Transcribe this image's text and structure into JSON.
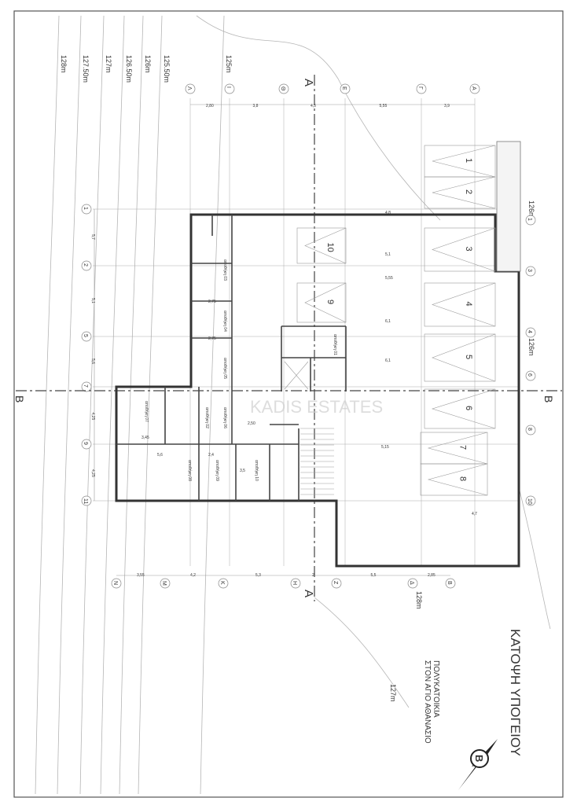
{
  "title": "ΚΑΤΟΨΗ ΥΠΟΓΕΙΟΥ",
  "subtitle": [
    "ΠΟΛΥΚΑΤΟΙΚΙΑ",
    "ΣΤΟΝ ΑΓΙΟ ΑΘΑΝΑΣΙΟ"
  ],
  "north_arrow_letter": "Β",
  "watermark": "KADIS ESTATES",
  "section_marks": {
    "a": "Α",
    "b": "Β"
  },
  "contours": [
    "128m",
    "127.50m",
    "127m",
    "126.50m",
    "126m",
    "125.50m",
    "125m"
  ],
  "site_levels": [
    "126m",
    "126m",
    "128m",
    "127m"
  ],
  "grid_top": {
    "labels": [
      "Λ",
      "Ι",
      "Θ",
      "Ε",
      "Γ",
      "Α"
    ],
    "dims": [
      "2,80",
      "3,8",
      "4,5",
      "5,55",
      "3,9"
    ]
  },
  "grid_bottom": {
    "labels": [
      "Ν",
      "Μ",
      "Κ",
      "Η",
      "Ζ",
      "Δ",
      "Β"
    ],
    "dims": [
      "3,55",
      "4,2",
      "5,3",
      "2",
      "5,5",
      "2,85"
    ]
  },
  "grid_left": {
    "labels": [
      "1",
      "2",
      "5",
      "7",
      "9",
      "11"
    ],
    "dims": [
      "5,7",
      "5,1",
      "5,6",
      "4,25",
      "4,25"
    ]
  },
  "grid_right": {
    "labels": [
      "1",
      "3",
      "4",
      "6",
      "8",
      "10"
    ]
  },
  "parking_spaces": [
    "1",
    "2",
    "3",
    "4",
    "5",
    "6",
    "7",
    "8",
    "9",
    "10"
  ],
  "parking_dims": [
    "4,8",
    "5,1",
    "5,55",
    "6,1",
    "6,1",
    "5,15",
    "4,7"
  ],
  "rooms": [
    "αποθήκη 01",
    "αποθήκη 02",
    "αποθήκη 03",
    "αποθήκη 04",
    "αποθήκη 05",
    "αποθήκη 06",
    "αποθήκη 07",
    "αποθήκη 08",
    "αποθήκη 09",
    "αποθήκη 10"
  ],
  "room_dims": [
    "2,75",
    "2,75",
    "3,45",
    "5,6",
    "2,4",
    "2,50",
    "3,5"
  ]
}
